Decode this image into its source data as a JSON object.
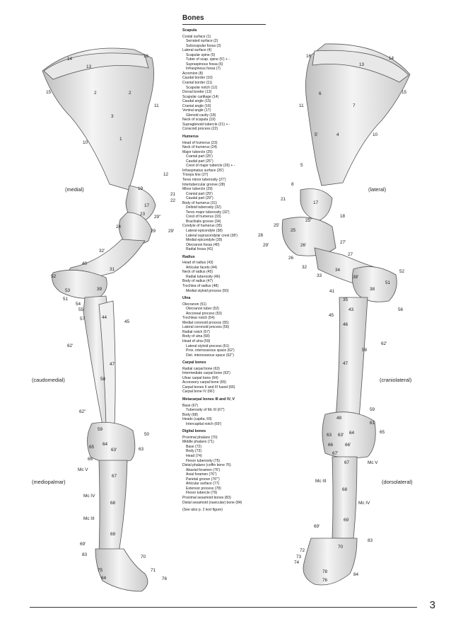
{
  "legend": {
    "title": "Bones",
    "sections": [
      {
        "heading": "Scapula",
        "items": [
          {
            "t": "Costal surface (1)",
            "i": 0
          },
          {
            "t": "Serrated surface (2)",
            "i": 1
          },
          {
            "t": "Subscapular fossa (3)",
            "i": 1
          },
          {
            "t": "Lateral surface (4)",
            "i": 0
          },
          {
            "t": "Scapular spine (5)",
            "i": 1
          },
          {
            "t": "Tuber of scap. spine (5') + -",
            "i": 1
          },
          {
            "t": "Supraspinous fossa (6)",
            "i": 1
          },
          {
            "t": "Infraspinous fossa (7)",
            "i": 1
          },
          {
            "t": "Acromion (8)",
            "i": 0
          },
          {
            "t": "Caudal border (10)",
            "i": 0
          },
          {
            "t": "Cranial border (11)",
            "i": 0
          },
          {
            "t": "Scapular notch (12)",
            "i": 1
          },
          {
            "t": "Dorsal border (13)",
            "i": 0
          },
          {
            "t": "Scapular cartilage (14)",
            "i": 0
          },
          {
            "t": "Caudal angle (15)",
            "i": 0
          },
          {
            "t": "Cranial angle (16)",
            "i": 0
          },
          {
            "t": "Ventral angle (17)",
            "i": 0
          },
          {
            "t": "Glenoid cavity (18)",
            "i": 1
          },
          {
            "t": "Neck of scapula (19)",
            "i": 0
          },
          {
            "t": "Supraglenoid tubercle (21) + -",
            "i": 0
          },
          {
            "t": "Coracoid process (22)",
            "i": 0
          }
        ]
      },
      {
        "heading": "Humerus",
        "items": [
          {
            "t": "Head of humerus (23)",
            "i": 0
          },
          {
            "t": "Neck of humerus (24)",
            "i": 0
          },
          {
            "t": "Major tubercle (25)",
            "i": 0
          },
          {
            "t": "Cranial part (25')",
            "i": 1
          },
          {
            "t": "Caudal part (25'')",
            "i": 1
          },
          {
            "t": "Crest of major tubercle (26) + -",
            "i": 1
          },
          {
            "t": "Infraspinatus surface (26')",
            "i": 0
          },
          {
            "t": "Triceps line (27)",
            "i": 0
          },
          {
            "t": "Teres minor tuberosity (27')",
            "i": 0
          },
          {
            "t": "Intertubercular groove (28)",
            "i": 0
          },
          {
            "t": "Minor tubercle (29)",
            "i": 0
          },
          {
            "t": "Cranial part (29')",
            "i": 1
          },
          {
            "t": "Caudal part (29'')",
            "i": 1
          },
          {
            "t": "Body of humerus (31)",
            "i": 0
          },
          {
            "t": "Deltoid tuberosity (32)",
            "i": 1
          },
          {
            "t": "Teres major tuberosity (32')",
            "i": 1
          },
          {
            "t": "Crest of humerus (33)",
            "i": 1
          },
          {
            "t": "Brachialis groove (34)",
            "i": 1
          },
          {
            "t": "Condyle of humerus (35)",
            "i": 0
          },
          {
            "t": "Lateral epicondyle (38)",
            "i": 1
          },
          {
            "t": "Lateral supracondylar crest (38')",
            "i": 1
          },
          {
            "t": "Medial epicondyle (39)",
            "i": 1
          },
          {
            "t": "Olecranon fossa (40)",
            "i": 1
          },
          {
            "t": "Radial fossa (41)",
            "i": 1
          }
        ]
      },
      {
        "heading": "Radius",
        "items": [
          {
            "t": "Head of radius (43)",
            "i": 0
          },
          {
            "t": "Articular facets (44)",
            "i": 1
          },
          {
            "t": "Neck of radius (45)",
            "i": 0
          },
          {
            "t": "Radial tuberosity (46)",
            "i": 1
          },
          {
            "t": "Body of radius (47)",
            "i": 0
          },
          {
            "t": "Trochlea of radius (48)",
            "i": 0
          },
          {
            "t": "Medial styloid process (50)",
            "i": 1
          }
        ]
      },
      {
        "heading": "Ulna",
        "items": [
          {
            "t": "Olecranon (51)",
            "i": 0
          },
          {
            "t": "Olecranon tuber (52)",
            "i": 1
          },
          {
            "t": "Anconeal process (53)",
            "i": 1
          },
          {
            "t": "Trochlear notch (54)",
            "i": 0
          },
          {
            "t": "Medial coronoid process (55)",
            "i": 0
          },
          {
            "t": "Lateral coronoid process (56)",
            "i": 0
          },
          {
            "t": "Radial notch (57)",
            "i": 0
          },
          {
            "t": "Body of ulna (58)",
            "i": 0
          },
          {
            "t": "Head of ulna (59)",
            "i": 0
          },
          {
            "t": "Lateral styloid process (61)",
            "i": 1
          },
          {
            "t": "Prox. interosseous space (62')",
            "i": 1
          },
          {
            "t": "Dist. interosseous space (62'')",
            "i": 1
          }
        ]
      },
      {
        "heading": "Carpal bones",
        "items": [
          {
            "t": "Radial carpal bone (63)",
            "i": 0
          },
          {
            "t": "Intermediate carpal bone (63')",
            "i": 0
          },
          {
            "t": "Ulnar carpal bone (64)",
            "i": 0
          },
          {
            "t": "Accessory carpal bone (65)",
            "i": 0
          },
          {
            "t": "Carpal bones II and III fused (66)",
            "i": 0
          },
          {
            "t": "Carpal bone IV (66')",
            "i": 0
          }
        ]
      },
      {
        "heading": "Metacarpal bones III and IV, V",
        "items": [
          {
            "t": "Base (67)",
            "i": 0
          },
          {
            "t": "Tuberosity of Mc III (67')",
            "i": 1
          },
          {
            "t": "Body (68)",
            "i": 0
          },
          {
            "t": "Heads (capita, 69)",
            "i": 0
          },
          {
            "t": "Intercapital notch (69')",
            "i": 1
          }
        ]
      },
      {
        "heading": "Digital bones",
        "items": [
          {
            "t": "Proximal phalanx (70)",
            "i": 0
          },
          {
            "t": "Middle phalanx (71)",
            "i": 0
          },
          {
            "t": "Base (72)",
            "i": 1
          },
          {
            "t": "Body (73)",
            "i": 1
          },
          {
            "t": "Head (74)",
            "i": 1
          },
          {
            "t": "Flexor tuberosity (75)",
            "i": 1
          },
          {
            "t": "Distal phalanx (coffin bone 76)",
            "i": 0
          },
          {
            "t": "Abaxial foramen (76')",
            "i": 1
          },
          {
            "t": "Axial foramen (76'')",
            "i": 1
          },
          {
            "t": "Parietal groove (76''')",
            "i": 1
          },
          {
            "t": "Articular surface (77)",
            "i": 1
          },
          {
            "t": "Extensor process (78)",
            "i": 1
          },
          {
            "t": "Flexor tubercle (79)",
            "i": 1
          },
          {
            "t": "Proximal sesamoid bones (83)",
            "i": 0
          },
          {
            "t": "Distal sesamoid (navicular) bone (84)",
            "i": 0
          }
        ]
      }
    ],
    "note": "(See also p. 2 text figure)"
  },
  "views": {
    "medial": "(medial)",
    "lateral": "(lateral)",
    "caudomedial": "(caudomedial)",
    "craniolateral": "(craniolateral)",
    "mediopalmar": "(mediopalmar)",
    "dorsolateral": "(dorsolateral)"
  },
  "left_labels": [
    "14",
    "13",
    "16",
    "15",
    "2",
    "2",
    "3",
    "11",
    "1",
    "10",
    "12",
    "19",
    "21",
    "22",
    "17",
    "23",
    "29''",
    "24",
    "29",
    "29'",
    "32'",
    "31",
    "40",
    "52",
    "53",
    "39",
    "51",
    "54",
    "55",
    "57",
    "44",
    "45",
    "62'",
    "47",
    "58",
    "62''",
    "59",
    "50",
    "65",
    "64",
    "63'",
    "63",
    "66",
    "Mc V",
    "67",
    "Mc IV",
    "68",
    "Mc III",
    "69",
    "69'",
    "83",
    "70",
    "75",
    "71",
    "84",
    "76"
  ],
  "right_labels": [
    "16",
    "14",
    "13",
    "15",
    "6",
    "7",
    "11",
    "5'",
    "4",
    "10",
    "5",
    "8",
    "21",
    "17",
    "18",
    "25'",
    "25''",
    "25",
    "28",
    "29'",
    "26'",
    "27'",
    "26",
    "27",
    "32",
    "34",
    "33",
    "38'",
    "52",
    "41",
    "38",
    "51",
    "35",
    "43",
    "56",
    "45",
    "46",
    "58",
    "62'",
    "47",
    "59",
    "48",
    "61",
    "63",
    "63'",
    "64",
    "65",
    "66",
    "66'",
    "67'",
    "67",
    "Mc V",
    "Mc III",
    "68",
    "Mc IV",
    "69'",
    "69",
    "83",
    "72",
    "73",
    "74",
    "70",
    "78",
    "84",
    "76"
  ],
  "page_number": "3"
}
